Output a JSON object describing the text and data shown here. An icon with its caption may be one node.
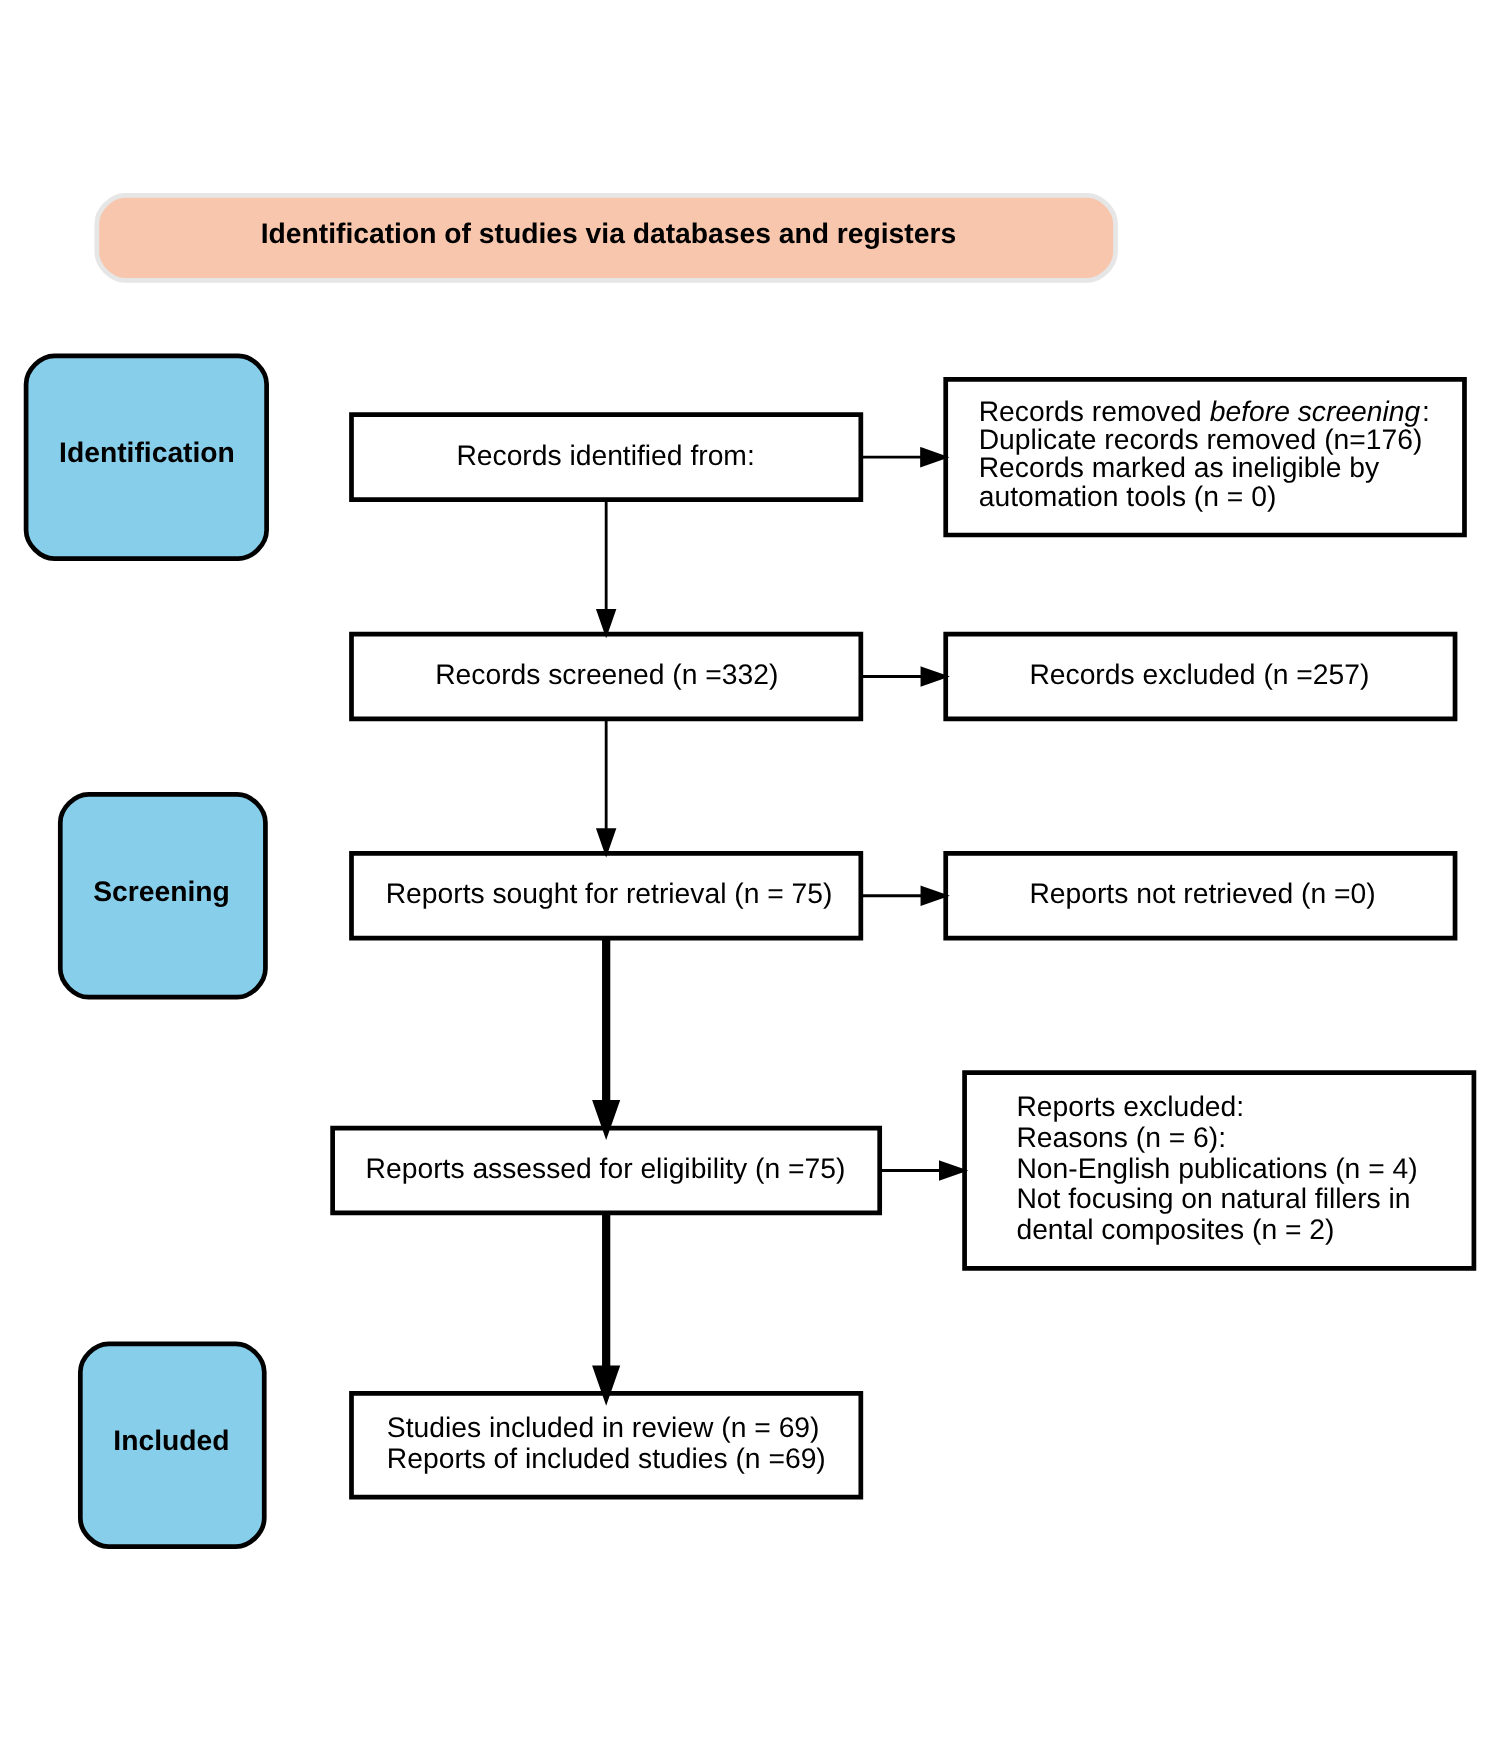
{
  "diagram": {
    "nodes": [
      {
        "text": [
          "Identification of studies via databases and registers"
        ]
      },
      {
        "text": [
          "Identification"
        ]
      },
      {
        "text": [
          "Screening"
        ]
      },
      {
        "text": [
          "Included"
        ]
      },
      {
        "text": [
          "Records identified from:"
        ]
      },
      {
        "text": [
          "Records removed *before screening*:",
          "Duplicate records removed (n=176)",
          "Records marked as ineligible by automation tools (n = 0)"
        ]
      },
      {
        "text": [
          "Records screened (n =332)"
        ]
      },
      {
        "text": [
          "Records excluded (n =257)"
        ]
      },
      {
        "text": [
          "Reports sought for retrieval (n = 75)"
        ]
      },
      {
        "text": [
          "Reports not retrieved (n =0)"
        ]
      },
      {
        "text": [
          "Reports assessed for eligibility (n =75)"
        ]
      },
      {
        "text": [
          "Reports excluded:",
          "Reasons (n = 6):",
          "Non-English publications (n = 4)",
          "Not focusing on natural fillers in dental composites (n = 2)"
        ]
      },
      {
        "text": [
          "Studies included in review (n = 69)",
          "Reports of included studies (n =69)"
        ]
      }
    ],
    "edges": [
      {
        "from": 4,
        "to": 5,
        "arrow": "to"
      },
      {
        "from": 4,
        "to": 6,
        "arrow": "to"
      },
      {
        "from": 6,
        "to": 7,
        "arrow": "to"
      },
      {
        "from": 6,
        "to": 8,
        "arrow": "to"
      },
      {
        "from": 8,
        "to": 9,
        "arrow": "to"
      },
      {
        "from": 8,
        "to": 10,
        "arrow": "to",
        "style": "thick"
      },
      {
        "from": 10,
        "to": 11,
        "arrow": "to"
      },
      {
        "from": 10,
        "to": 12,
        "arrow": "to",
        "style": "thick"
      }
    ]
  }
}
